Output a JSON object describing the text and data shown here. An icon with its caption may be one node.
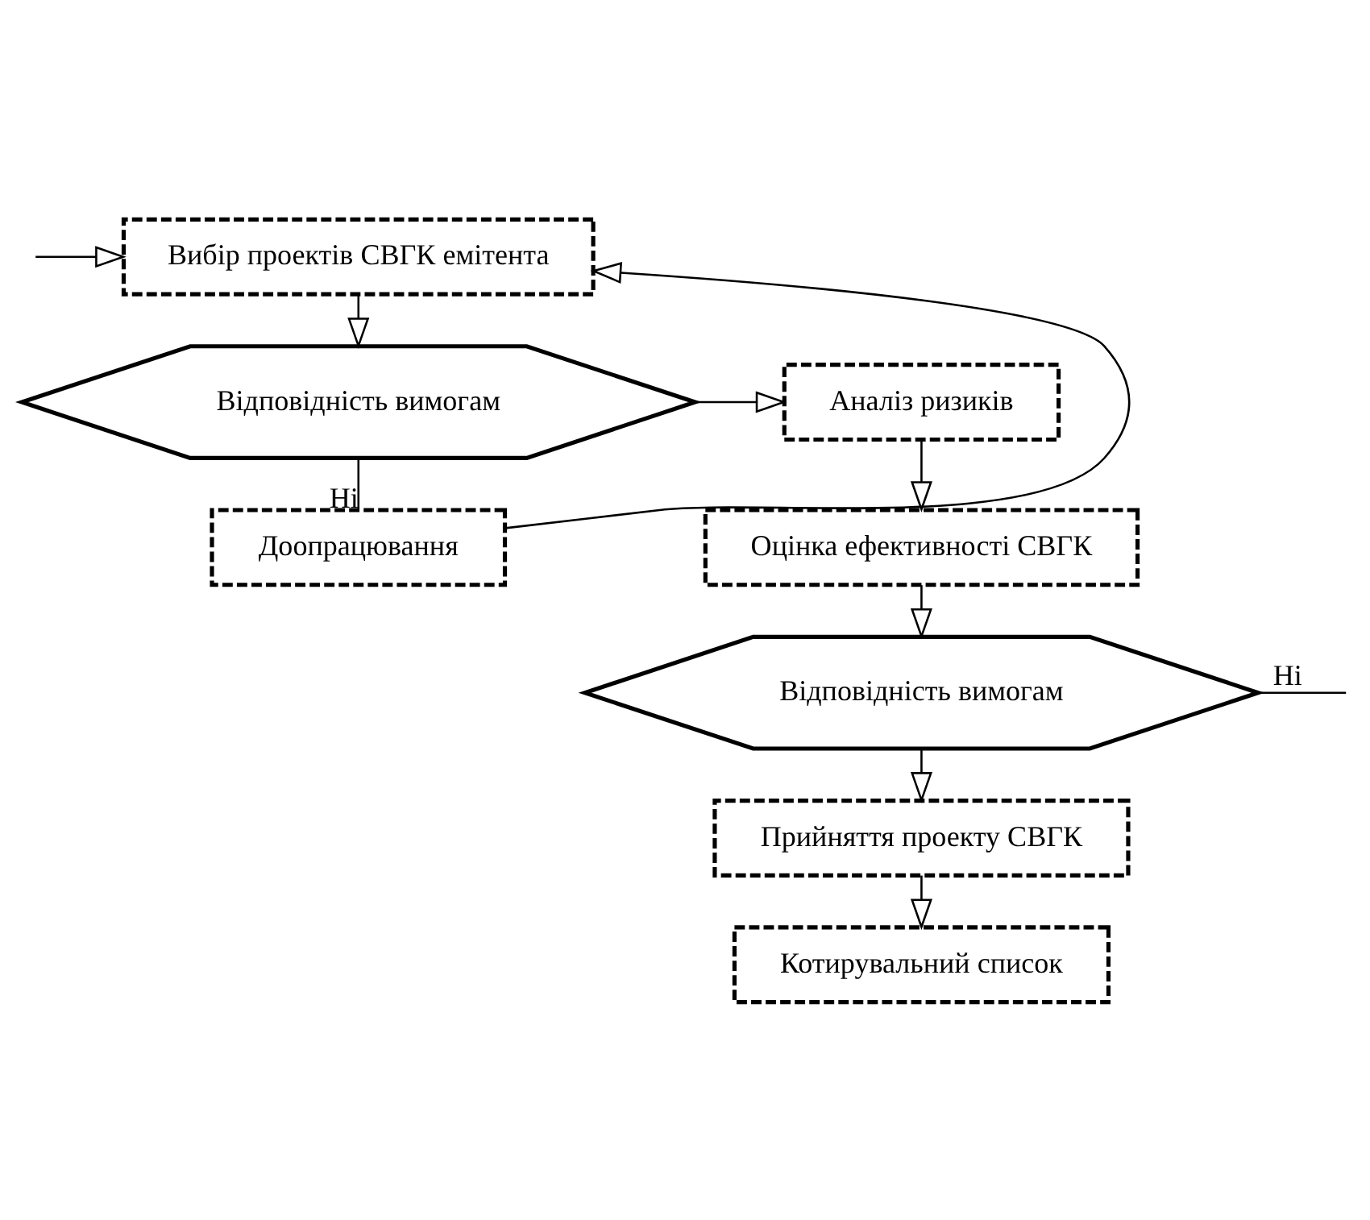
{
  "diagram": {
    "nodes": [
      {
        "text": [
          "Вибір проектів СВГК емітента"
        ]
      },
      {
        "text": [
          "Відповідність вимогам"
        ]
      },
      {
        "text": [
          "Доопрацювання"
        ]
      },
      {
        "text": [
          "Аналіз ризиків"
        ]
      },
      {
        "text": [
          "Оцінка ефективності СВГК"
        ]
      },
      {
        "text": [
          "Відповідність вимогам"
        ]
      },
      {
        "text": [
          "Прийняття проекту СВГК"
        ]
      },
      {
        "text": [
          "Котирувальний список"
        ]
      }
    ],
    "edges": [
      {
        "from": 0,
        "to": 1,
        "arrow": "to"
      },
      {
        "from": 1,
        "to": 2,
        "arrow": "none",
        "label": "Ні"
      },
      {
        "from": 2,
        "to": 0,
        "arrow": "to"
      },
      {
        "from": 1,
        "to": 3,
        "arrow": "to"
      },
      {
        "from": 3,
        "to": 4,
        "arrow": "to"
      },
      {
        "from": 4,
        "to": 5,
        "arrow": "to"
      },
      {
        "from": 5,
        "to": null,
        "arrow": "none",
        "label": "Ні"
      },
      {
        "from": null,
        "to": 0,
        "arrow": "to"
      },
      {
        "from": 5,
        "to": 6,
        "arrow": "to"
      },
      {
        "from": 6,
        "to": 7,
        "arrow": "to"
      }
    ]
  }
}
